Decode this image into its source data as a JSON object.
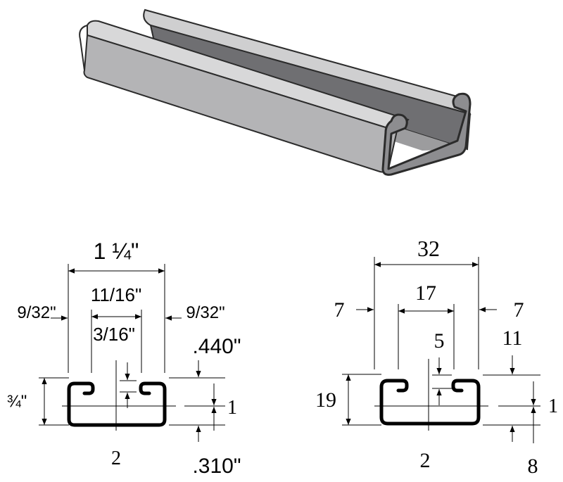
{
  "imperial": {
    "overall_width": "1 ¼\"",
    "slot_width": "11/16\"",
    "lip_left": "9/32\"",
    "lip_right": "9/32\"",
    "lip_depth": "3/16\"",
    "height": "¾\"",
    "upper_dist": ".440\"",
    "lower_dist": ".310\"",
    "axis_1": "1",
    "axis_2": "2"
  },
  "metric": {
    "overall_width": "32",
    "slot_width": "17",
    "lip_left": "7",
    "lip_right": "7",
    "lip_depth": "5",
    "height": "19",
    "upper_dist": "11",
    "lower_dist": "8",
    "axis_1": "1",
    "axis_2": "2"
  },
  "colors": {
    "channel_light": "#c9c9ca",
    "channel_mid": "#a9a9ab",
    "channel_dark": "#6f6f72",
    "outline": "#2b2b2b"
  }
}
